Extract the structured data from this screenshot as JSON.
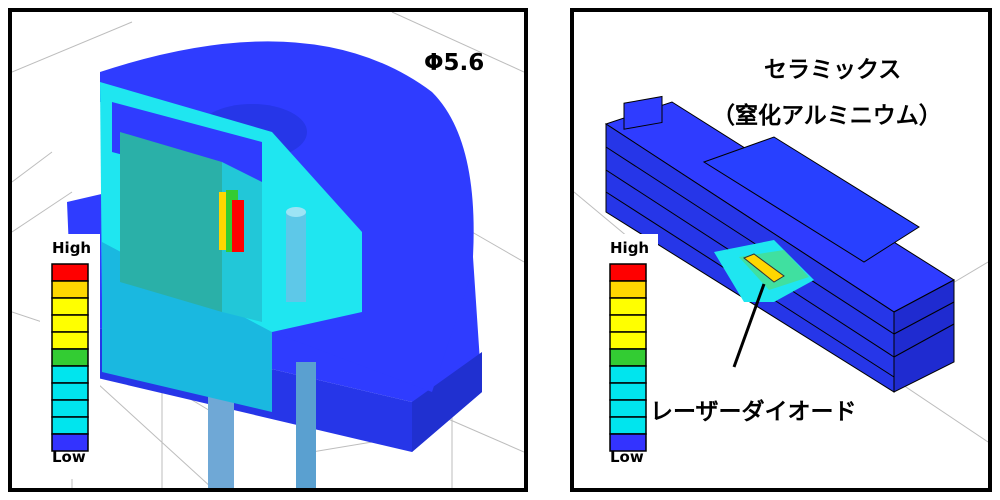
{
  "left_panel": {
    "size_label": "Φ5.6",
    "legend": {
      "high": "High",
      "low": "Low"
    }
  },
  "right_panel": {
    "material_line1": "セラミックス",
    "material_line2": "（窒化アルミニウム）",
    "callout": "レーザーダイオード",
    "legend": {
      "high": "High",
      "low": "Low"
    }
  },
  "colors": {
    "scale": [
      "#ff0000",
      "#ffd700",
      "#ffff00",
      "#ffff00",
      "#ffff00",
      "#33cc33",
      "#00e5ee",
      "#00e5ee",
      "#00e5ee",
      "#00e5ee",
      "#3333ff"
    ],
    "body_blue": "#2f3cff",
    "cyan": "#1fe6f0"
  }
}
